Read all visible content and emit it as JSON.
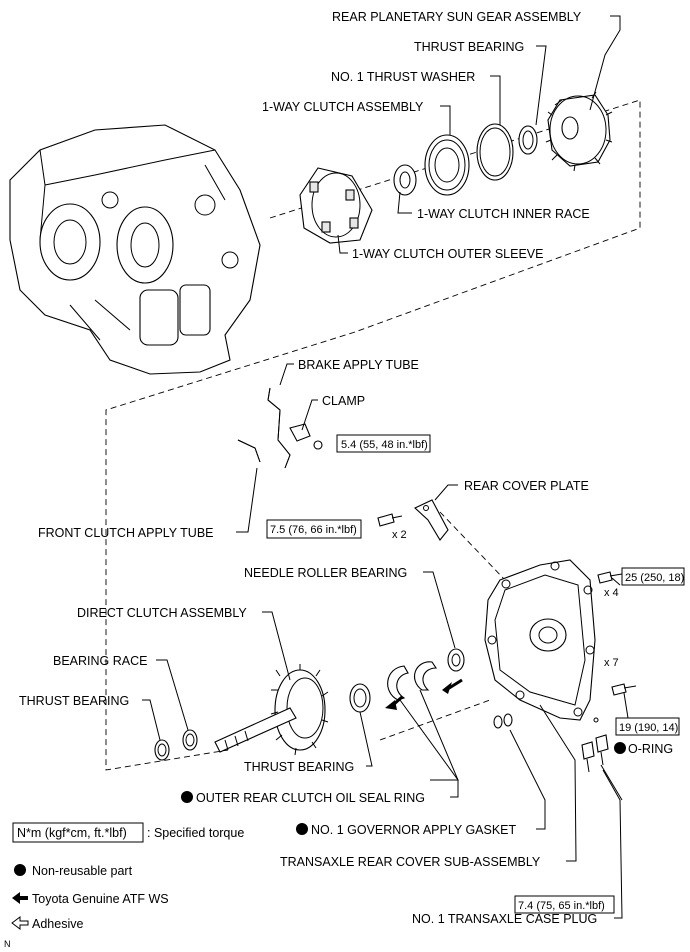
{
  "labels": {
    "rear_planetary": "REAR PLANETARY SUN GEAR ASSEMBLY",
    "thrust_bearing_top": "THRUST BEARING",
    "thrust_washer": "NO. 1 THRUST WASHER",
    "oneway_clutch_asm": "1-WAY CLUTCH ASSEMBLY",
    "oneway_inner_race": "1-WAY CLUTCH INNER RACE",
    "oneway_outer_sleeve": "1-WAY CLUTCH OUTER SLEEVE",
    "brake_apply_tube": "BRAKE APPLY TUBE",
    "clamp": "CLAMP",
    "rear_cover_plate": "REAR COVER PLATE",
    "front_clutch_tube": "FRONT CLUTCH APPLY TUBE",
    "needle_roller": "NEEDLE ROLLER BEARING",
    "direct_clutch": "DIRECT CLUTCH ASSEMBLY",
    "bearing_race": "BEARING RACE",
    "thrust_bearing_left": "THRUST BEARING",
    "thrust_bearing_mid": "THRUST BEARING",
    "oring": "O-RING",
    "outer_seal": "OUTER REAR CLUTCH OIL SEAL RING",
    "governor_gasket": "NO. 1 GOVERNOR APPLY GASKET",
    "rear_cover_asm": "TRANSAXLE REAR COVER SUB-ASSEMBLY",
    "case_plug": "NO. 1 TRANSAXLE CASE PLUG"
  },
  "torques": {
    "clamp_bolt": "5.4 (55, 48 in.*lbf)",
    "plate_bolt": "7.5 (76, 66 in.*lbf)",
    "cover_bolt_a": "25 (250, 18)",
    "cover_bolt_b": "19 (190, 14)",
    "plug": "7.4 (75, 65 in.*lbf)"
  },
  "counts": {
    "plate_bolt": "x 2",
    "cover_bolt_a": "x 4",
    "cover_bolt_b": "x 7"
  },
  "legend": {
    "torque_box": "N*m (kgf*cm, ft.*lbf)",
    "torque_text": ": Specified torque",
    "nonreusable": "Non-reusable part",
    "atf": "Toyota Genuine ATF WS",
    "adhesive": "Adhesive"
  },
  "corner_mark": "N"
}
